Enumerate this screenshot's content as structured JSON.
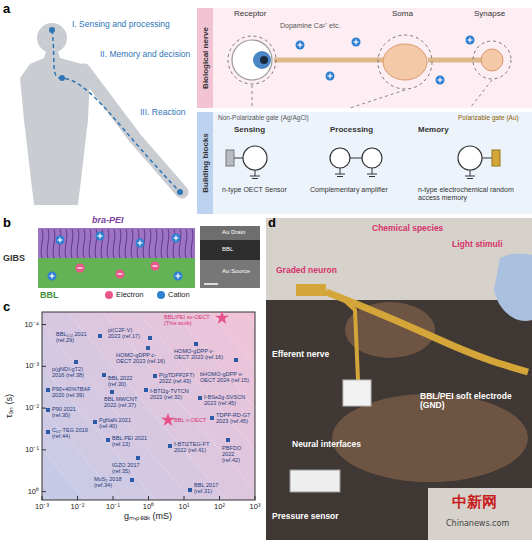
{
  "diagram": {
    "nodes": [
      {
        "text": [
          "Biological nerve"
        ]
      },
      {
        "text": [
          "Building blocks"
        ]
      }
    ],
    "labels": [
      "a",
      "I. Sensing and processing",
      "II. Memory and decision",
      "III. Reaction",
      "Receptor",
      "Soma",
      "Synapse",
      "Dopamine Ca²⁺ etc.",
      "Non-Polarizable gate (Ag/AgCl)",
      "Sensing",
      "Processing",
      "Memory",
      "Polarizable gate (Au)",
      "n-type OECT Sensor",
      "Complementary amplifier",
      "n-type electrochemical random access memory",
      "b",
      "bra-PEI",
      "GIBS",
      "BBL",
      "Au Drain",
      "BBL",
      "Au Source",
      "c",
      "τₒₙ (s)",
      "gₘ,ₚₑₐₖ (mS)",
      "10⁻³",
      "10⁻²",
      "10⁻¹",
      "10⁰",
      "10¹",
      "10²",
      "10³",
      "10⁻⁴",
      "10⁻³",
      "10⁻²",
      "10⁻¹",
      "10⁰",
      "BBL/PEI sv-OECT (This work)",
      "BBL₁₅₂ 2021 (ref.29)",
      "pi(C2F-V) 2023 (ref.17)",
      "HOMO-gDPP c-OECT 2023 (ref.16)",
      "HOMO-gDPP v-OECT 2023 (ref.16)",
      "bHOMO-gDPP v-OECT 2024 (ref.15)",
      "p(gNDI-gT2) 2016 (ref.38)",
      "BBL 2022 (ref.30)",
      "P(gTDPP2FT) 2022 (ref.43)",
      "P90+40%TBAF 2020 (ref.39)",
      "BBL MWCNT 2022 (ref.37)",
      "f-BTI2g-TVTCN 2022 (ref.32)",
      "f-BSe2g-SVSCN 2023 (ref.45)",
      "TDPP-RD-G7 2023 (ref.45)",
      "P90 2021 (ref.30)",
      "PgNaN 2021 (ref.40)",
      "C₆₀-TEG 2019 (ref.44)",
      "BBL:PEI 2021 (ref.13)",
      "BBL v-OECT",
      "f-BTI2TEG-FT 2022 (ref.41)",
      "IGZO 2017 (ref.35)",
      "PBFDO 2022 (ref.42)",
      "MoS₂ 2018 (ref.34)",
      "BBL 2017 (ref.31)",
      "d",
      "Chemical species",
      "Light stimuli",
      "Graded neuron",
      "Efferent nerve",
      "BBL/PEI soft electrode (GND)",
      "Neural interfaces",
      "Pressure sensor",
      "中新网",
      "Chinanews.com"
    ],
    "legend": [
      {
        "text": "Electron",
        "color": "#e9578a"
      },
      {
        "text": "Cation",
        "color": "#2f7fd0"
      }
    ]
  }
}
